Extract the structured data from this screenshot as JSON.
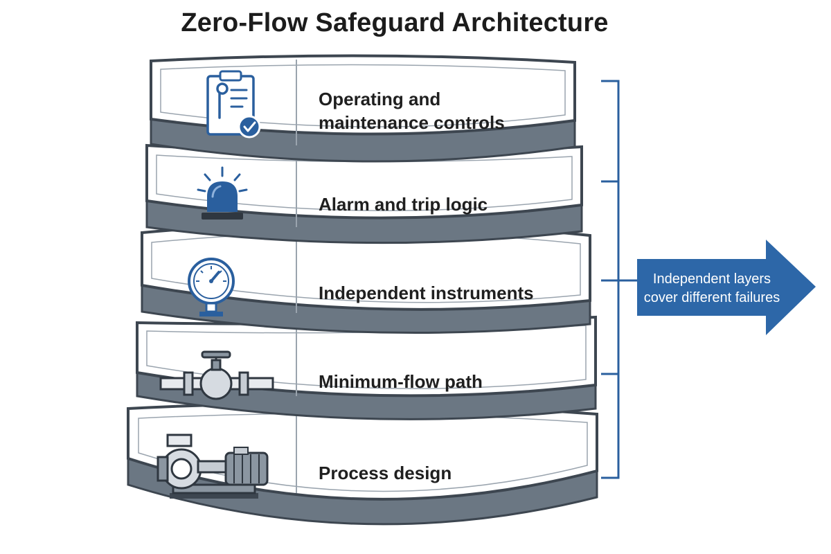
{
  "title": "Zero-Flow Safeguard Architecture",
  "layers": [
    {
      "label_lines": [
        "Operating and",
        "maintenance controls"
      ],
      "icon": "clipboard-wrench-check-icon"
    },
    {
      "label_lines": [
        "Alarm and trip logic"
      ],
      "icon": "alarm-beacon-icon"
    },
    {
      "label_lines": [
        "Independent instruments"
      ],
      "icon": "pressure-gauge-icon"
    },
    {
      "label_lines": [
        "Minimum-flow path"
      ],
      "icon": "pipe-valve-icon"
    },
    {
      "label_lines": [
        "Process design"
      ],
      "icon": "pump-motor-icon"
    }
  ],
  "callout": {
    "lines": [
      "Independent layers",
      "cover different failures"
    ]
  },
  "colors": {
    "accent": "#2a5f9e",
    "band_fill": "#ffffff",
    "band_edge": "#4a5560",
    "band_underside": "#6b7783",
    "callout_fill": "#2d67a8"
  }
}
